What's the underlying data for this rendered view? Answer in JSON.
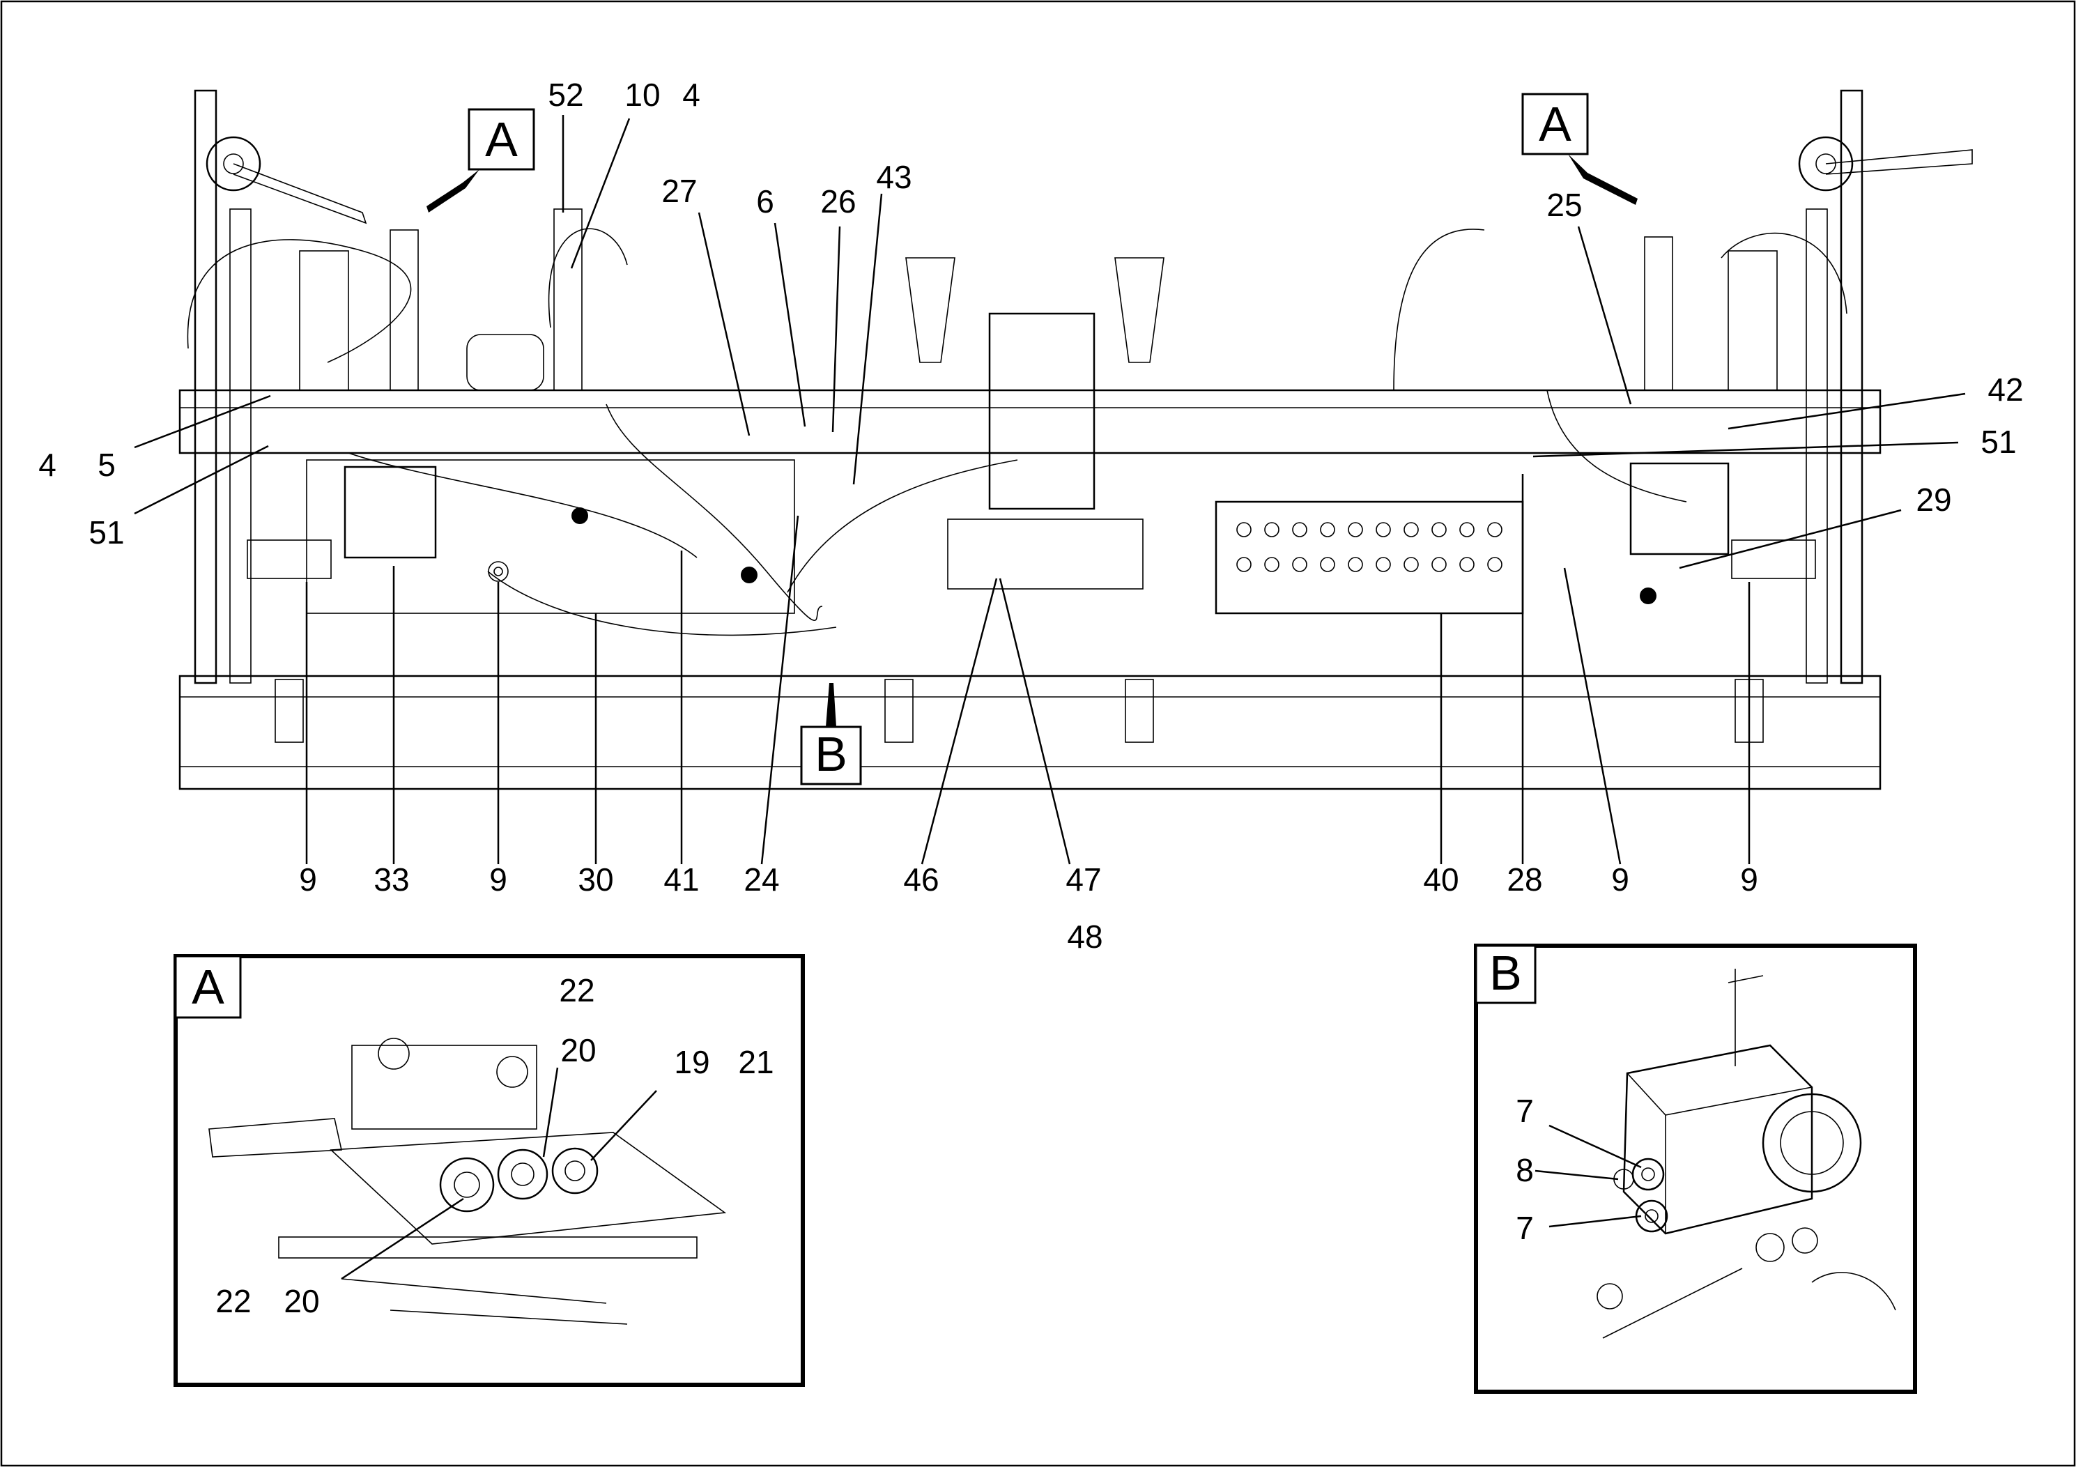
{
  "main": {
    "labels": [
      "52",
      "10",
      "4",
      "27",
      "6",
      "26",
      "43",
      "25",
      "42",
      "51",
      "29",
      "4",
      "5",
      "51",
      "9",
      "33",
      "9",
      "30",
      "41",
      "24",
      "46",
      "47",
      "40",
      "28",
      "9",
      "9",
      "48"
    ],
    "view_tags": [
      "A",
      "A",
      "B"
    ]
  },
  "detail_a": {
    "tag": "A",
    "labels": [
      "22",
      "20",
      "19",
      "21",
      "22",
      "20"
    ]
  },
  "detail_b": {
    "tag": "B",
    "labels": [
      "7",
      "8",
      "7"
    ]
  }
}
